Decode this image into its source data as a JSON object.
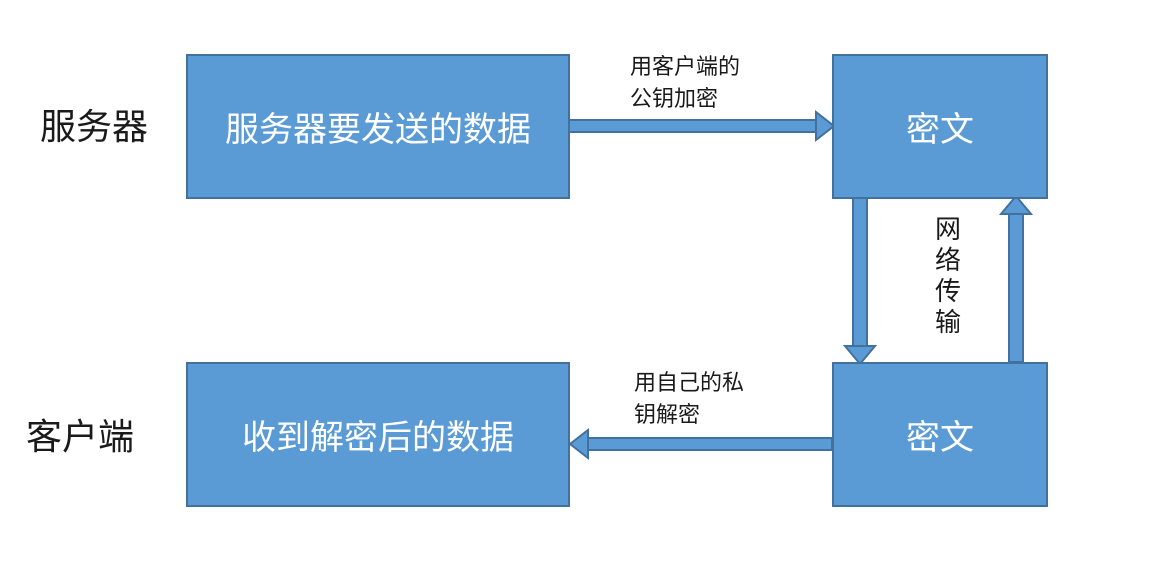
{
  "labels": {
    "server": "服务器",
    "client": "客户端"
  },
  "boxes": {
    "server_data": "服务器要发送的数据",
    "cipher_top": "密文",
    "cipher_bottom": "密文",
    "client_data": "收到解密后的数据"
  },
  "annotations": {
    "encrypt_line1": "用客户端的",
    "encrypt_line2": "公钥加密",
    "decrypt_line1": "用自己的私",
    "decrypt_line2": "钥解密",
    "network": "网络传输"
  },
  "colors": {
    "box_fill": "#5b9bd5",
    "box_border": "#41719c"
  }
}
